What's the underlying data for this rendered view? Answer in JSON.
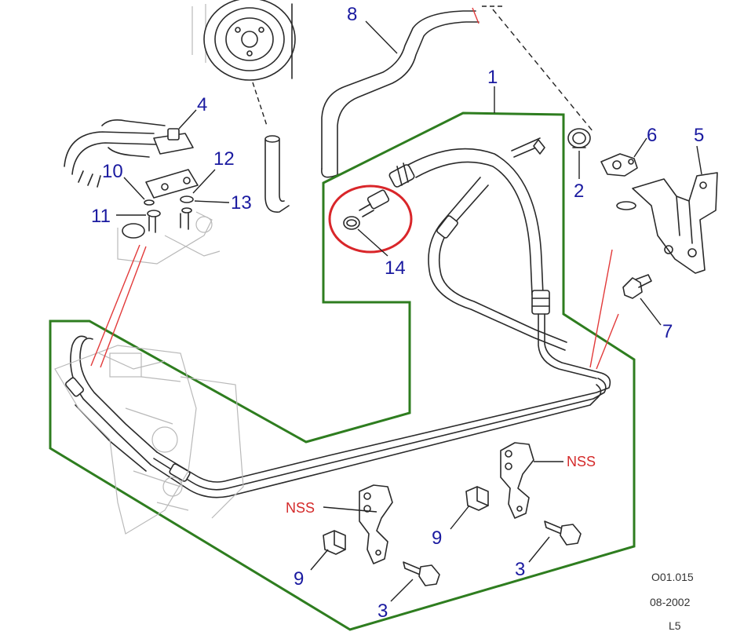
{
  "colors": {
    "callout": "#1a1aa0",
    "group_outline": "#2e7d1f",
    "highlight": "#d9262a",
    "nss": "#d42a2a",
    "line_art": "#2a2a2a"
  },
  "callouts": {
    "c1": "1",
    "c2": "2",
    "c3a": "3",
    "c3b": "3",
    "c4": "4",
    "c5": "5",
    "c6": "6",
    "c7": "7",
    "c8": "8",
    "c9a": "9",
    "c9b": "9",
    "c10": "10",
    "c11": "11",
    "c12": "12",
    "c13": "13",
    "c14": "14"
  },
  "notes": {
    "nss_left": "NSS",
    "nss_right": "NSS"
  },
  "reference": {
    "code": "O01.015",
    "date": "08-2002",
    "model": "L5"
  },
  "icons": [
    "pulley",
    "hose",
    "bracket",
    "bolt",
    "clip",
    "o-ring",
    "clamp"
  ]
}
